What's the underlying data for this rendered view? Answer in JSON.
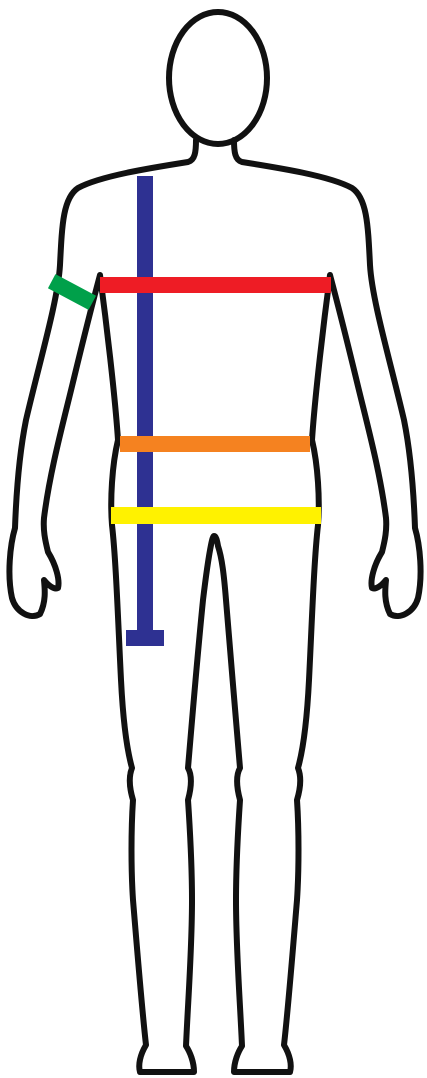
{
  "figure": {
    "background": "#ffffff",
    "outline_color": "#111111",
    "subject": "human-body-outline-front"
  },
  "measurement_markers": [
    {
      "id": "bicep",
      "name": "bicep-measurement-marker",
      "color": "#00a04a"
    },
    {
      "id": "chest",
      "name": "chest-measurement-marker",
      "color": "#ee1c25"
    },
    {
      "id": "waist",
      "name": "waist-measurement-marker",
      "color": "#f58220"
    },
    {
      "id": "hip",
      "name": "hip-measurement-marker",
      "color": "#fff200"
    },
    {
      "id": "length",
      "name": "length-measurement-marker",
      "color": "#2e3192"
    }
  ]
}
